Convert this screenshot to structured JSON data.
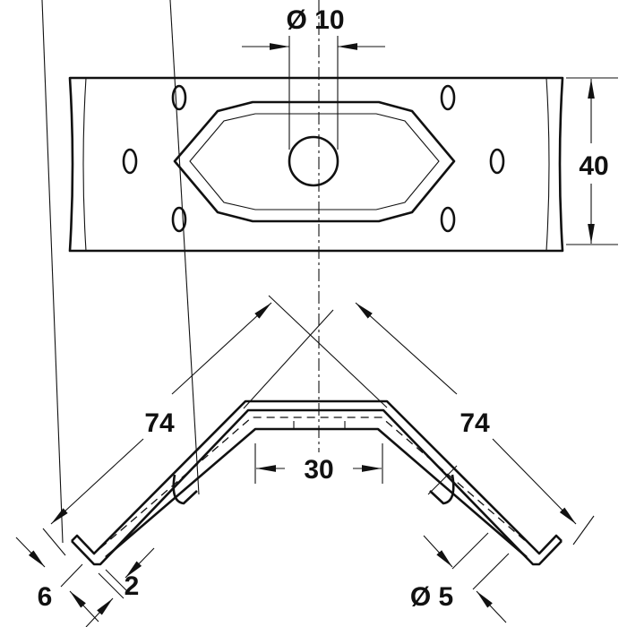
{
  "drawing": {
    "top_view": {
      "hole_diameter_label": "Ø 10",
      "height_label": "40"
    },
    "side_view": {
      "left_length_label": "74",
      "right_length_label": "74",
      "center_width_label": "30",
      "flange_label": "6",
      "thickness_label": "2",
      "wire_diameter_label": "Ø 5"
    },
    "line_color": "#111111"
  }
}
